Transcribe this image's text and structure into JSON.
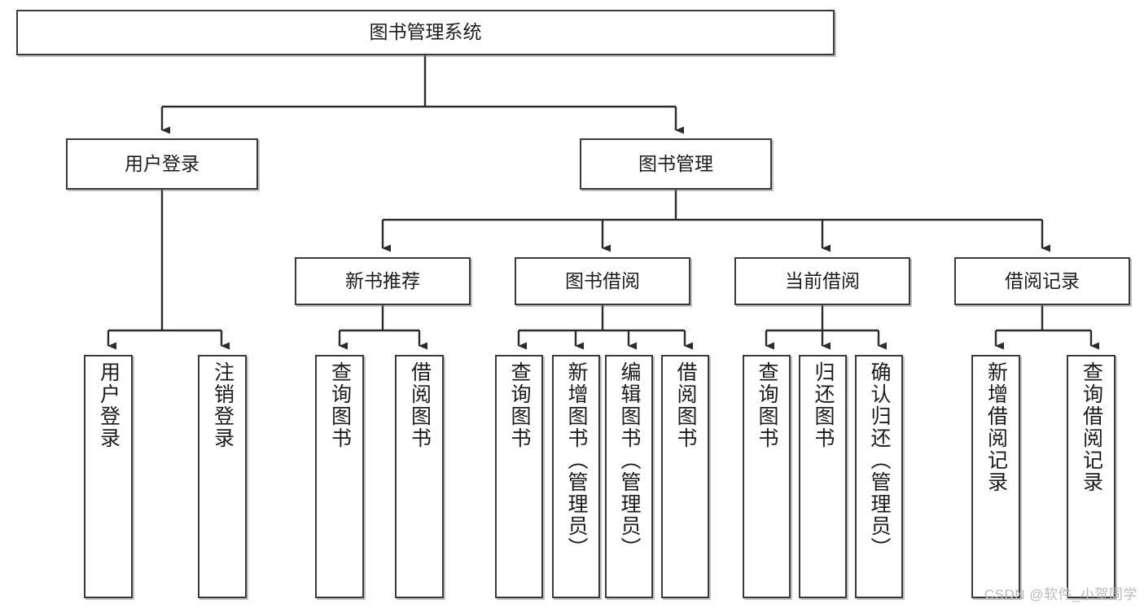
{
  "diagram": {
    "type": "hierarchy-tree",
    "title": "图书管理系统",
    "root": {
      "label": "图书管理系统"
    },
    "level2": [
      {
        "label": "用户登录"
      },
      {
        "label": "图书管理"
      }
    ],
    "level3": [
      {
        "label": "新书推荐"
      },
      {
        "label": "图书借阅"
      },
      {
        "label": "当前借阅"
      },
      {
        "label": "借阅记录"
      }
    ],
    "leaves": {
      "user_login": [
        {
          "label": "用户登录"
        },
        {
          "label": "注销登录"
        }
      ],
      "new_book_recommend": [
        {
          "label": "查询图书"
        },
        {
          "label": "借阅图书"
        }
      ],
      "book_borrow": [
        {
          "label": "查询图书"
        },
        {
          "label": "新增图书（管理员）"
        },
        {
          "label": "编辑图书（管理员）"
        },
        {
          "label": "借阅图书"
        }
      ],
      "current_borrow": [
        {
          "label": "查询图书"
        },
        {
          "label": "归还图书"
        },
        {
          "label": "确认归还（管理员）"
        }
      ],
      "borrow_record": [
        {
          "label": "新增借阅记录"
        },
        {
          "label": "查询借阅记录"
        }
      ]
    }
  },
  "watermark": {
    "text": "CSDN @软件_小贺同学"
  },
  "colors": {
    "stroke": "#3a3a3a",
    "fill": "#ffffff",
    "text": "#1c1c1c",
    "watermark": "#b9b9b9"
  }
}
